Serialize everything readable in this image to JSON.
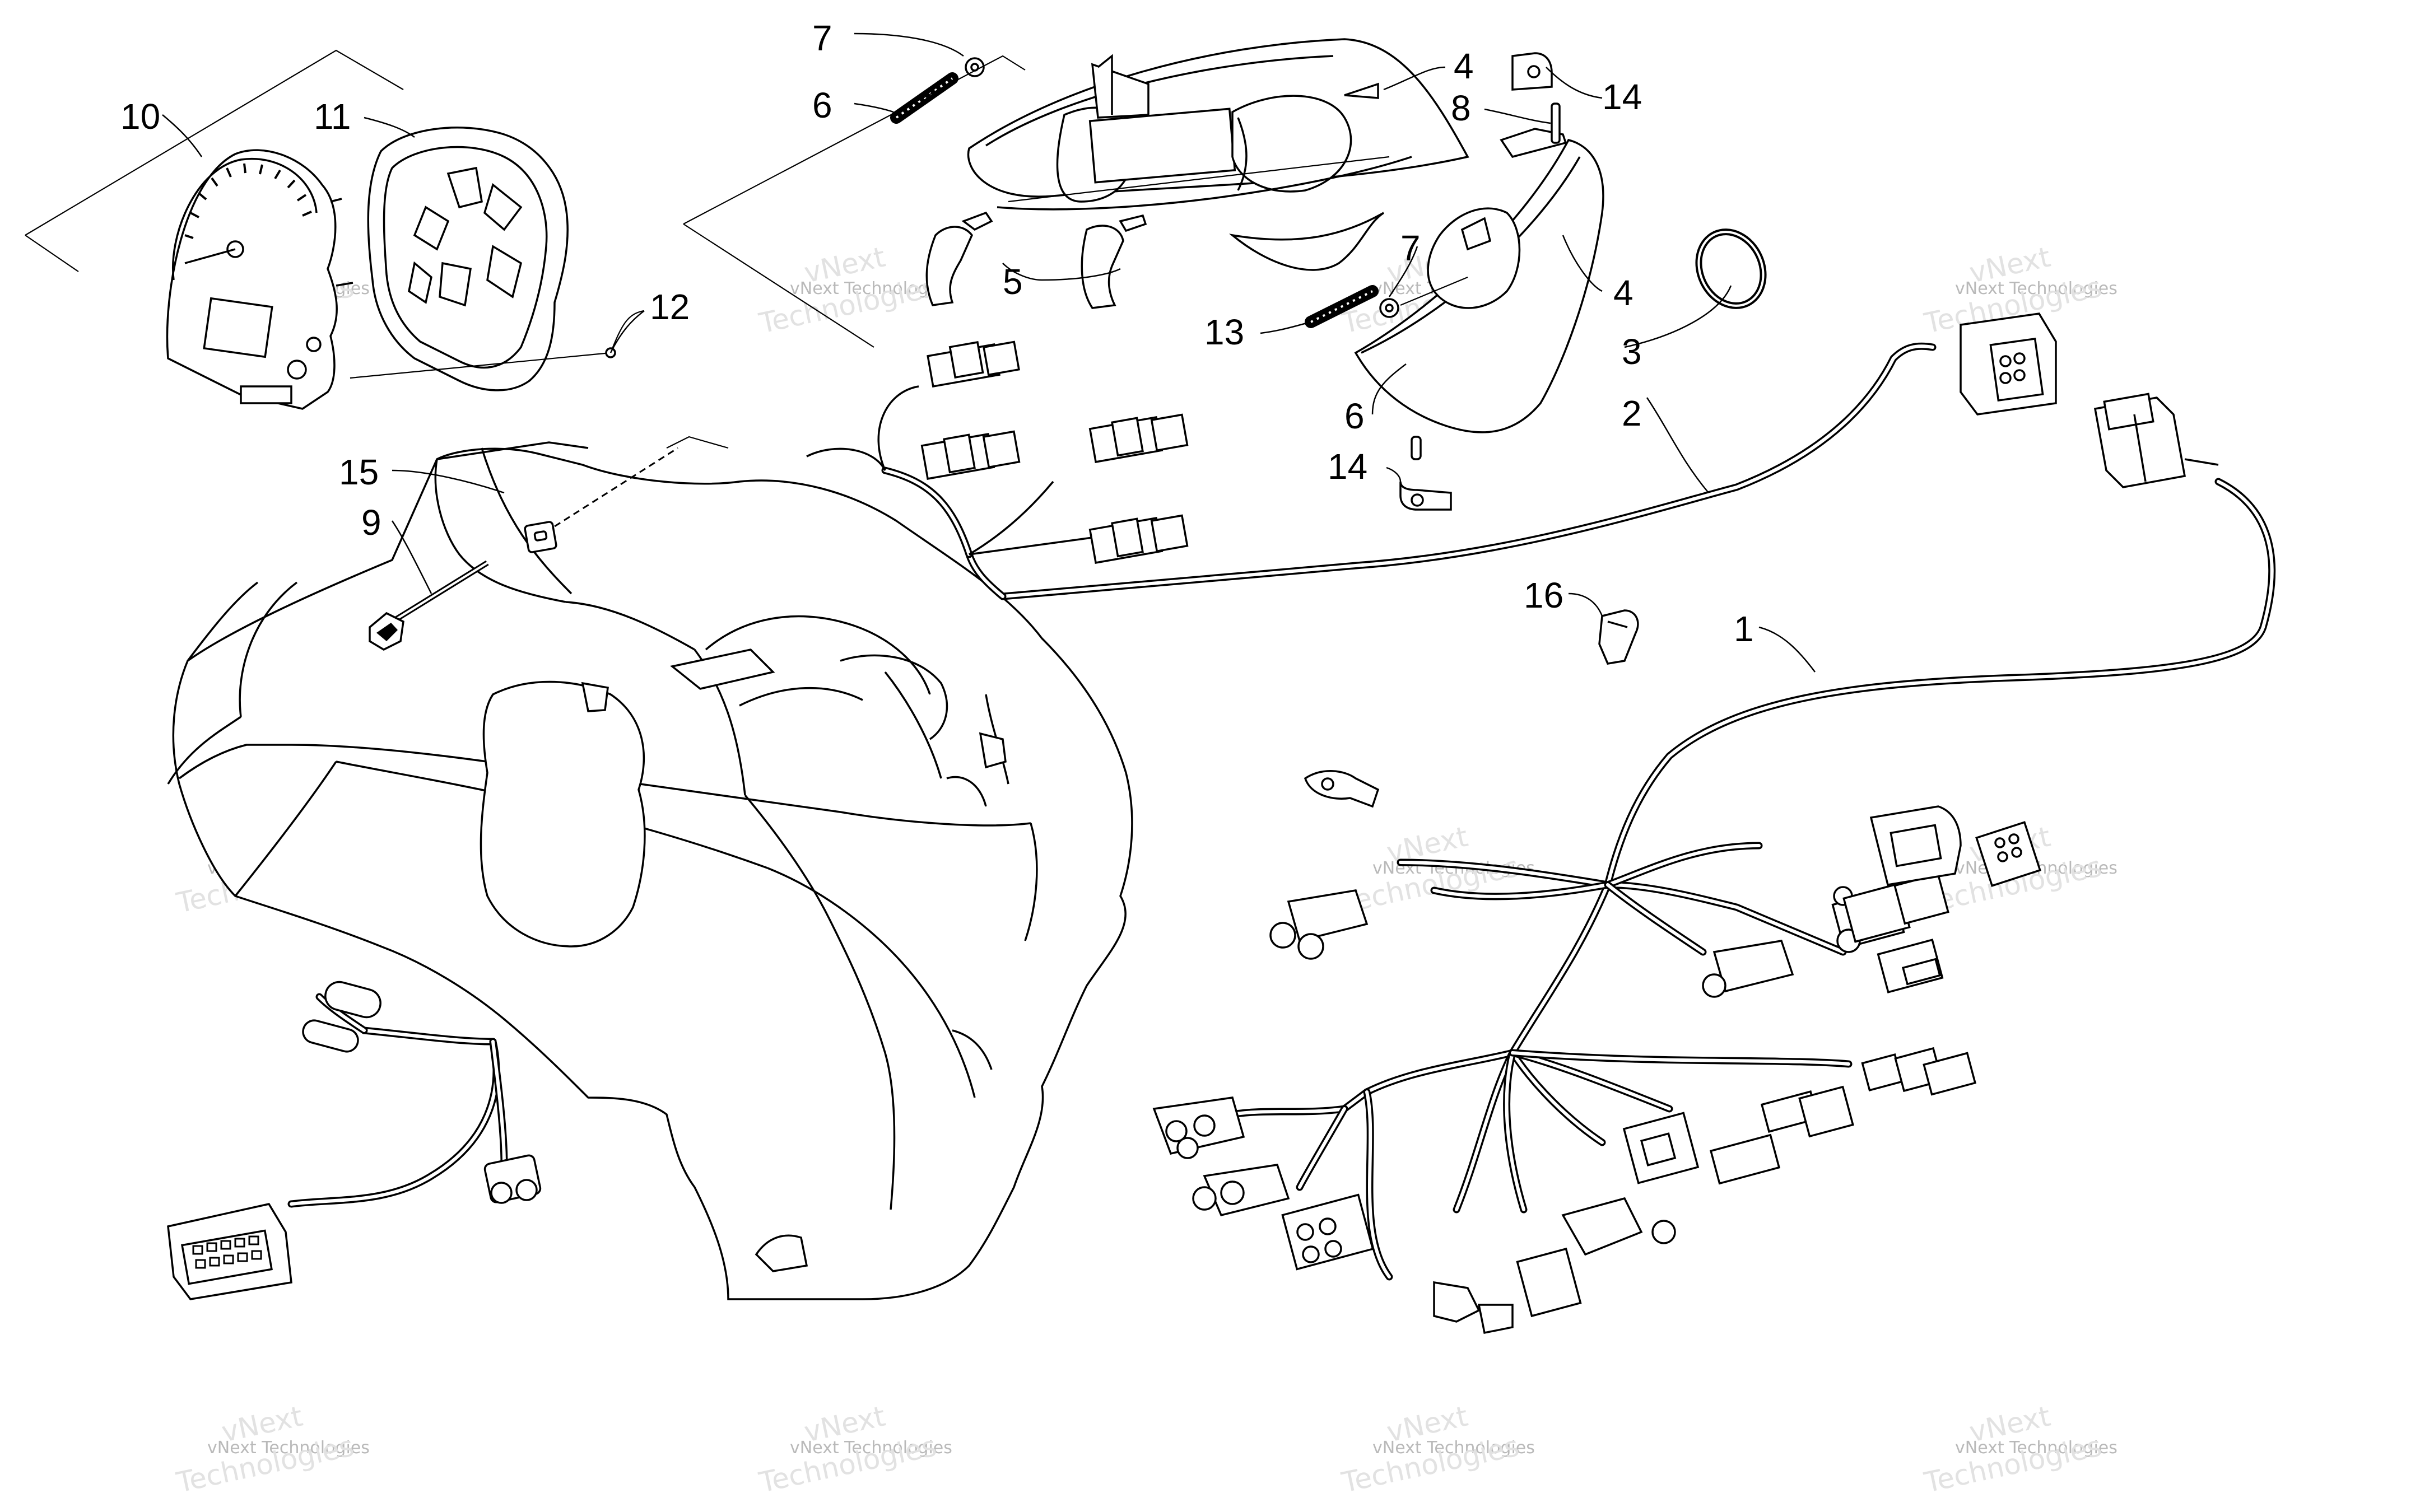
{
  "callouts": [
    {
      "id": "c1",
      "text": "1"
    },
    {
      "id": "c2",
      "text": "2"
    },
    {
      "id": "c3",
      "text": "3"
    },
    {
      "id": "c4a",
      "text": "4"
    },
    {
      "id": "c4b",
      "text": "4"
    },
    {
      "id": "c5",
      "text": "5"
    },
    {
      "id": "c6a",
      "text": "6"
    },
    {
      "id": "c6b",
      "text": "6"
    },
    {
      "id": "c7a",
      "text": "7"
    },
    {
      "id": "c7b",
      "text": "7"
    },
    {
      "id": "c8",
      "text": "8"
    },
    {
      "id": "c9",
      "text": "9"
    },
    {
      "id": "c10",
      "text": "10"
    },
    {
      "id": "c11",
      "text": "11"
    },
    {
      "id": "c12",
      "text": "12"
    },
    {
      "id": "c13",
      "text": "13"
    },
    {
      "id": "c14a",
      "text": "14"
    },
    {
      "id": "c14b",
      "text": "14"
    },
    {
      "id": "c15",
      "text": "15"
    },
    {
      "id": "c16",
      "text": "16"
    }
  ],
  "watermark": {
    "line1": "vNext Technologies",
    "line2a": "vNext",
    "line2b": "Technologies"
  },
  "colors": {
    "ink": "#000000",
    "paper": "#ffffff",
    "watermark": "#c8c8c8"
  }
}
